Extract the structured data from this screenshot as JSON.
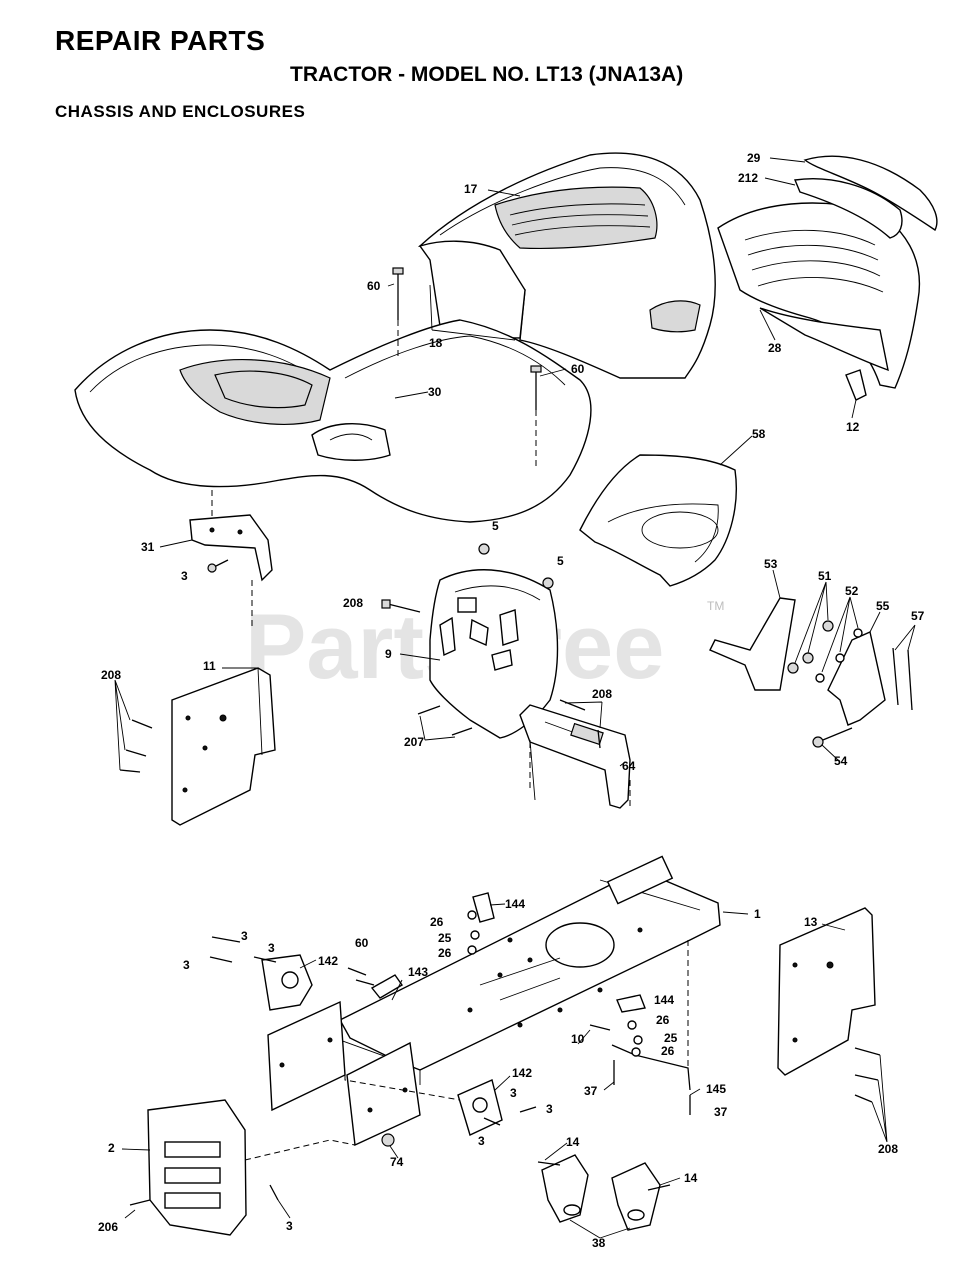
{
  "header": {
    "title": "REPAIR PARTS",
    "model": "TRACTOR - MODEL NO. LT13 (JNA13A)",
    "section": "CHASSIS AND ENCLOSURES"
  },
  "watermark": {
    "text": "PartsTree",
    "trademark": "TM"
  },
  "callouts": [
    {
      "id": "c-17",
      "label": "17"
    },
    {
      "id": "c-29",
      "label": "29"
    },
    {
      "id": "c-212",
      "label": "212"
    },
    {
      "id": "c-60a",
      "label": "60"
    },
    {
      "id": "c-18",
      "label": "18"
    },
    {
      "id": "c-30",
      "label": "30"
    },
    {
      "id": "c-60b",
      "label": "60"
    },
    {
      "id": "c-28",
      "label": "28"
    },
    {
      "id": "c-12",
      "label": "12"
    },
    {
      "id": "c-58",
      "label": "58"
    },
    {
      "id": "c-31",
      "label": "31"
    },
    {
      "id": "c-3a",
      "label": "3"
    },
    {
      "id": "c-5a",
      "label": "5"
    },
    {
      "id": "c-5b",
      "label": "5"
    },
    {
      "id": "c-208a",
      "label": "208"
    },
    {
      "id": "c-9",
      "label": "9"
    },
    {
      "id": "c-208b",
      "label": "208"
    },
    {
      "id": "c-207",
      "label": "207"
    },
    {
      "id": "c-64",
      "label": "64"
    },
    {
      "id": "c-11",
      "label": "11"
    },
    {
      "id": "c-208c",
      "label": "208"
    },
    {
      "id": "c-53",
      "label": "53"
    },
    {
      "id": "c-51",
      "label": "51"
    },
    {
      "id": "c-52",
      "label": "52"
    },
    {
      "id": "c-55",
      "label": "55"
    },
    {
      "id": "c-57",
      "label": "57"
    },
    {
      "id": "c-54",
      "label": "54"
    },
    {
      "id": "c-144a",
      "label": "144"
    },
    {
      "id": "c-1",
      "label": "1"
    },
    {
      "id": "c-13",
      "label": "13"
    },
    {
      "id": "c-26a",
      "label": "26"
    },
    {
      "id": "c-25a",
      "label": "25"
    },
    {
      "id": "c-26b",
      "label": "26"
    },
    {
      "id": "c-3b",
      "label": "3"
    },
    {
      "id": "c-3c",
      "label": "3"
    },
    {
      "id": "c-3d",
      "label": "3"
    },
    {
      "id": "c-60c",
      "label": "60"
    },
    {
      "id": "c-142a",
      "label": "142"
    },
    {
      "id": "c-143",
      "label": "143"
    },
    {
      "id": "c-144b",
      "label": "144"
    },
    {
      "id": "c-26c",
      "label": "26"
    },
    {
      "id": "c-25b",
      "label": "25"
    },
    {
      "id": "c-26d",
      "label": "26"
    },
    {
      "id": "c-10",
      "label": "10"
    },
    {
      "id": "c-142b",
      "label": "142"
    },
    {
      "id": "c-3e",
      "label": "3"
    },
    {
      "id": "c-3f",
      "label": "3"
    },
    {
      "id": "c-3g",
      "label": "3"
    },
    {
      "id": "c-37a",
      "label": "37"
    },
    {
      "id": "c-145",
      "label": "145"
    },
    {
      "id": "c-37b",
      "label": "37"
    },
    {
      "id": "c-2",
      "label": "2"
    },
    {
      "id": "c-74",
      "label": "74"
    },
    {
      "id": "c-14a",
      "label": "14"
    },
    {
      "id": "c-14b",
      "label": "14"
    },
    {
      "id": "c-206",
      "label": "206"
    },
    {
      "id": "c-3h",
      "label": "3"
    },
    {
      "id": "c-38",
      "label": "38"
    },
    {
      "id": "c-208d",
      "label": "208"
    }
  ]
}
